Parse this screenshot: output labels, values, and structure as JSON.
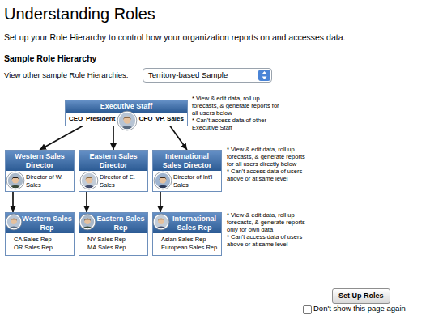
{
  "diagram": {
    "title": "Understanding Roles",
    "nodes": [
      {
        "text": [
          "Territory-based Sample"
        ]
      },
      {
        "text": [
          "Executive Staff",
          "CEO",
          "President",
          "CFO",
          "VP, Sales"
        ]
      },
      {
        "text": [
          "Western Sales Director",
          "Director of W. Sales"
        ]
      },
      {
        "text": [
          "Eastern Sales Director",
          "Director of E. Sales"
        ]
      },
      {
        "text": [
          "International Sales Director",
          "Director of Int'l Sales"
        ]
      },
      {
        "text": [
          "Western Sales Rep",
          "CA Sales Rep",
          "OR Sales Rep"
        ]
      },
      {
        "text": [
          "Eastern Sales Rep",
          "NY Sales Rep",
          "MA Sales Rep"
        ]
      },
      {
        "text": [
          "International Sales Rep",
          "Asian Sales Rep",
          "European Sales Rep"
        ]
      },
      {
        "text": [
          "Set Up Roles"
        ]
      }
    ],
    "edges": [
      {
        "from": 1,
        "to": 2,
        "arrow": "to"
      },
      {
        "from": 1,
        "to": 3,
        "arrow": "to"
      },
      {
        "from": 1,
        "to": 4,
        "arrow": "to"
      },
      {
        "from": 2,
        "to": 5,
        "arrow": "to"
      },
      {
        "from": 3,
        "to": 6,
        "arrow": "to"
      },
      {
        "from": 4,
        "to": 7,
        "arrow": "to"
      }
    ],
    "labels": [
      "Set up your Role Hierarchy to control how your organization reports on and accesses data.",
      "Sample Role Hierarchy",
      "View other sample Role Hierarchies:",
      "* View & edit data, roll up forecasts, & generate reports for all users below",
      "* Can't access data of other Executive Staff",
      "* View & edit data, roll up forecasts, & generate reports for all users directly below",
      "* Can't access data of users above or at same level",
      "* View & edit data, roll up forecasts, & generate reports only for own data",
      "* Can't access data of users above or at same level",
      "Don't show this page again"
    ]
  }
}
